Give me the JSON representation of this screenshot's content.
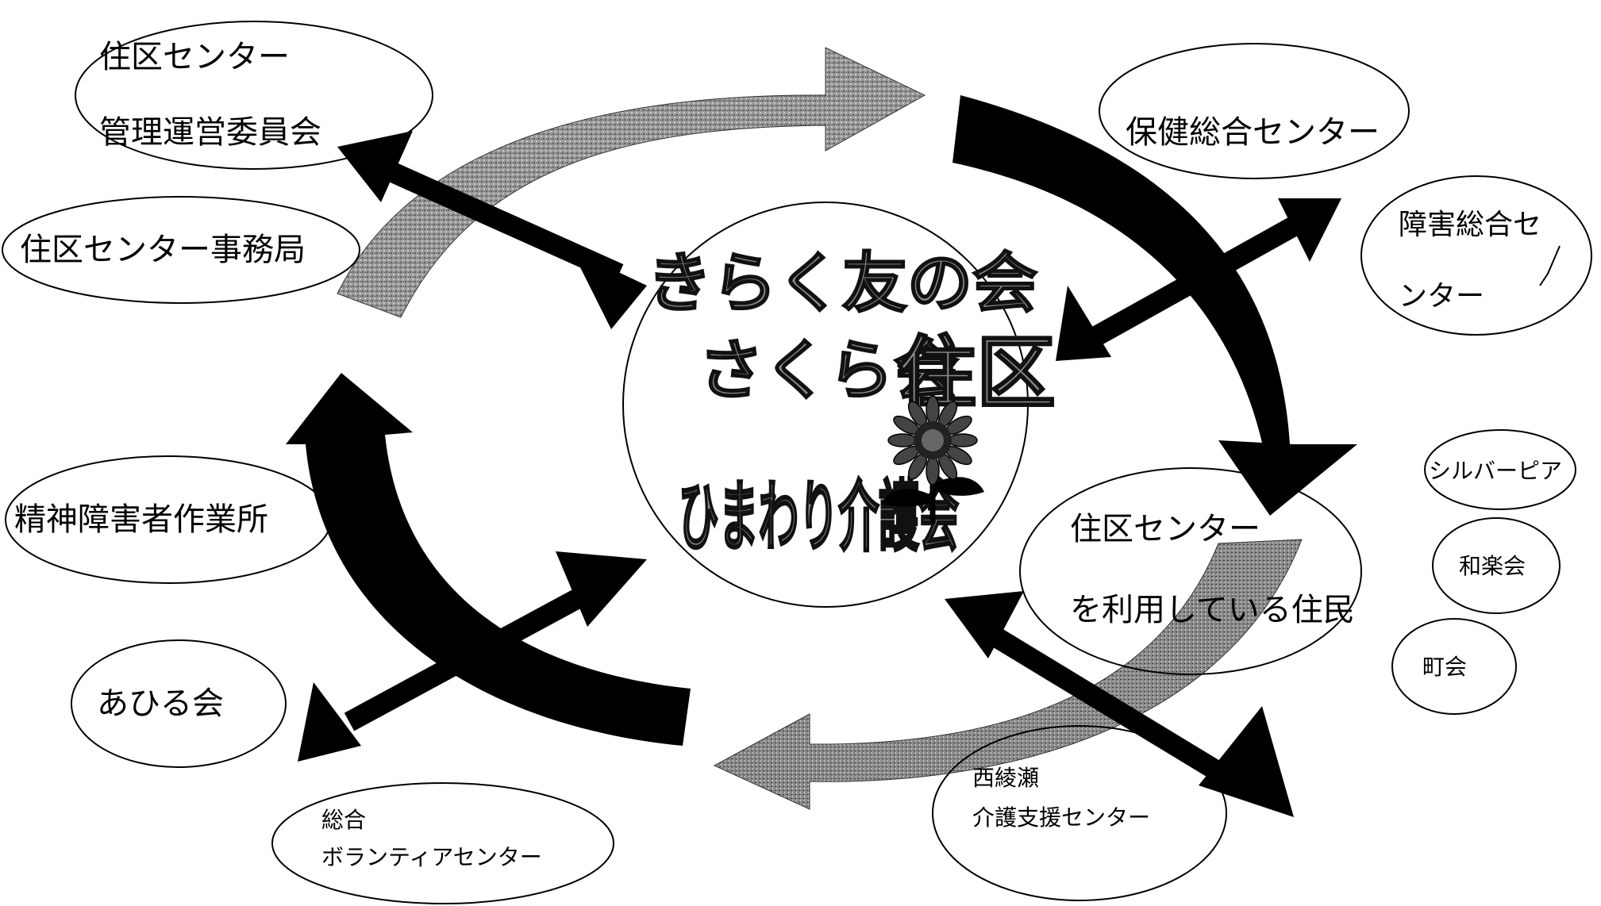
{
  "nodes": {
    "kanri": {
      "line1": "住区センター",
      "line2": "管理運営委員会"
    },
    "jimukyoku": {
      "label": "住区センター事務局"
    },
    "seishin": {
      "label": "精神障害者作業所"
    },
    "ahiru": {
      "label": "あひる会"
    },
    "volunteer": {
      "line1": "総合",
      "line2": "ボランティアセンター"
    },
    "hoken": {
      "label": "保健総合センター"
    },
    "shogai": {
      "line1": "障害総合セ",
      "line2": "ンター"
    },
    "silver": {
      "label": "シルバーピア"
    },
    "waraku": {
      "label": "和楽会"
    },
    "chokai": {
      "label": "町会"
    },
    "jumin": {
      "line1": "住区センター",
      "line2": "を利用している住民"
    },
    "nishiayase": {
      "line1": "西綾瀬",
      "line2": "介護支援センター"
    }
  },
  "center": {
    "line1": "きらく友の会",
    "line2": "さくら会",
    "line3": "住区",
    "line4": "ひまわり介護会",
    "flower_icon": "sunflower-icon"
  },
  "colors": {
    "arrow_dark": "#000000",
    "arrow_gray": "#8c8c8c",
    "outline": "#000000"
  }
}
